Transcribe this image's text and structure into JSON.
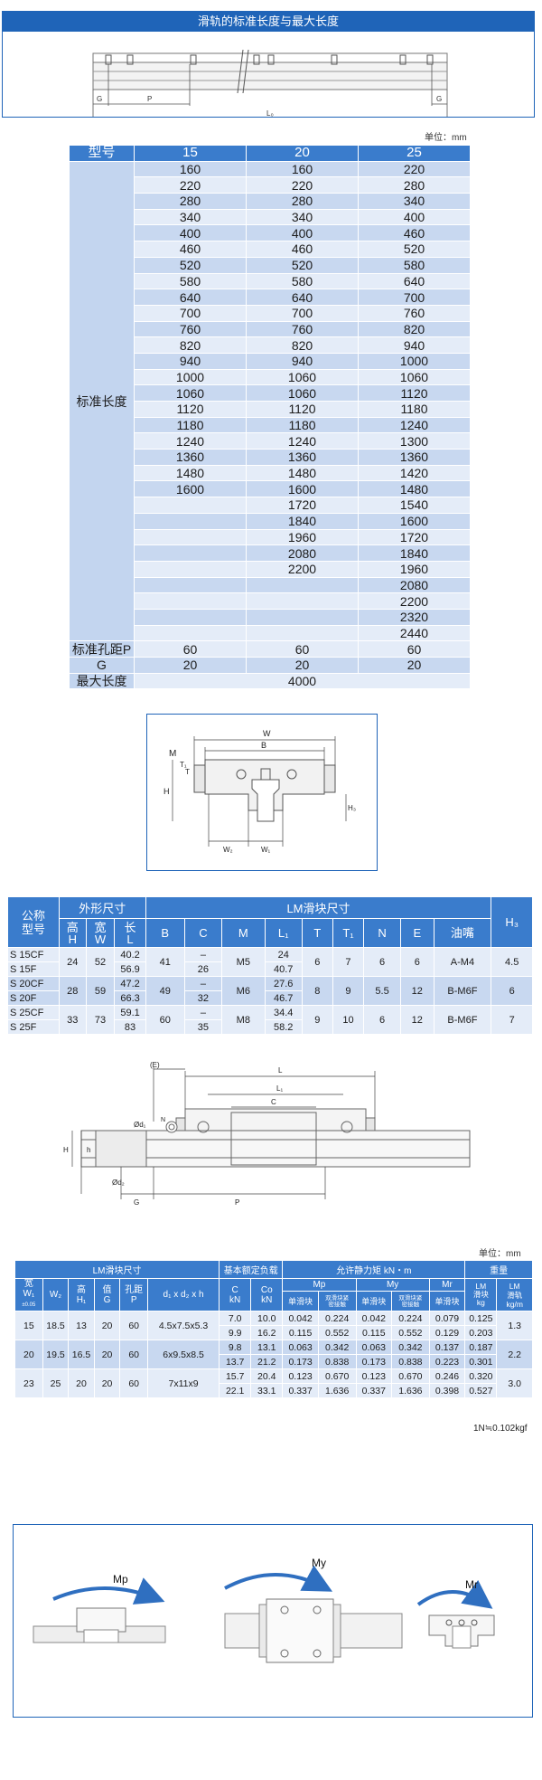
{
  "section1": {
    "title": "滑轨的标准长度与最大长度",
    "labels": {
      "G_left": "G",
      "P": "P",
      "G_right": "G",
      "L0": "L₀"
    }
  },
  "table1": {
    "unit": "单位：mm",
    "header": {
      "model": "型号",
      "sizes": [
        "15",
        "20",
        "25"
      ]
    },
    "std_length_label": "标准长度",
    "lengths": [
      [
        "160",
        "160",
        "220"
      ],
      [
        "220",
        "220",
        "280"
      ],
      [
        "280",
        "280",
        "340"
      ],
      [
        "340",
        "340",
        "400"
      ],
      [
        "400",
        "400",
        "460"
      ],
      [
        "460",
        "460",
        "520"
      ],
      [
        "520",
        "520",
        "580"
      ],
      [
        "580",
        "580",
        "640"
      ],
      [
        "640",
        "640",
        "700"
      ],
      [
        "700",
        "700",
        "760"
      ],
      [
        "760",
        "760",
        "820"
      ],
      [
        "820",
        "820",
        "940"
      ],
      [
        "940",
        "940",
        "1000"
      ],
      [
        "1000",
        "1060",
        "1060"
      ],
      [
        "1060",
        "1060",
        "1120"
      ],
      [
        "1120",
        "1120",
        "1180"
      ],
      [
        "1180",
        "1180",
        "1240"
      ],
      [
        "1240",
        "1240",
        "1300"
      ],
      [
        "1360",
        "1360",
        "1360"
      ],
      [
        "1480",
        "1480",
        "1420"
      ],
      [
        "1600",
        "1600",
        "1480"
      ],
      [
        "",
        "1720",
        "1540"
      ],
      [
        "",
        "1840",
        "1600"
      ],
      [
        "",
        "1960",
        "1720"
      ],
      [
        "",
        "2080",
        "1840"
      ],
      [
        "",
        "2200",
        "1960"
      ],
      [
        "",
        "",
        "2080"
      ],
      [
        "",
        "",
        "2200"
      ],
      [
        "",
        "",
        "2320"
      ],
      [
        "",
        "",
        "2440"
      ]
    ],
    "pitch_label": "标准孔距P",
    "pitch": [
      "60",
      "60",
      "60"
    ],
    "g_label": "G",
    "g": [
      "20",
      "20",
      "20"
    ],
    "max_label": "最大长度",
    "max": "4000"
  },
  "figure2": {
    "W": "W",
    "B": "B",
    "M": "M",
    "T": "T",
    "T1": "T₁",
    "H": "H",
    "H3": "H₃",
    "W2": "W₂",
    "W1": "W₁"
  },
  "table2": {
    "h_nominal": "公称\n型号",
    "h_outer": "外形尺寸",
    "h_block": "LM滑块尺寸",
    "h_H3": "H₃",
    "sub": [
      "高\nH",
      "宽\nW",
      "长\nL",
      "B",
      "C",
      "M",
      "L₁",
      "T",
      "T₁",
      "N",
      "E",
      "油嘴"
    ],
    "rows": [
      {
        "models": [
          "S 15CF",
          "S 15F"
        ],
        "H": "24",
        "W": "52",
        "L": [
          "40.2",
          "56.9"
        ],
        "B": "41",
        "C": [
          "–",
          "26"
        ],
        "M": "M5",
        "L1": [
          "24",
          "40.7"
        ],
        "T": "6",
        "T1": "7",
        "N": "6",
        "E": "6",
        "nipple": "A-M4",
        "H3": "4.5"
      },
      {
        "models": [
          "S 20CF",
          "S 20F"
        ],
        "H": "28",
        "W": "59",
        "L": [
          "47.2",
          "66.3"
        ],
        "B": "49",
        "C": [
          "–",
          "32"
        ],
        "M": "M6",
        "L1": [
          "27.6",
          "46.7"
        ],
        "T": "8",
        "T1": "9",
        "N": "5.5",
        "E": "12",
        "nipple": "B-M6F",
        "H3": "6"
      },
      {
        "models": [
          "S 25CF",
          "S 25F"
        ],
        "H": "33",
        "W": "73",
        "L": [
          "59.1",
          "83"
        ],
        "B": "60",
        "C": [
          "–",
          "35"
        ],
        "M": "M8",
        "L1": [
          "34.4",
          "58.2"
        ],
        "T": "9",
        "T1": "10",
        "N": "6",
        "E": "12",
        "nipple": "B-M6F",
        "H3": "7"
      }
    ]
  },
  "figure3": {
    "E": "(E)",
    "L": "L",
    "L1": "L₁",
    "C": "C",
    "d1": "Ød₁",
    "N": "N",
    "h": "h",
    "H": "H",
    "d2": "Ød₂",
    "G": "G",
    "P": "P"
  },
  "table3": {
    "unit": "单位：mm",
    "h_rail": "LM滑块尺寸",
    "h_load": "基本额定负载",
    "h_moment": "允许静力矩 kN・m",
    "h_weight": "重量",
    "sub": {
      "w1": "宽\nW₁",
      "w1_tol": "±0.05",
      "w2": "W₂",
      "h1": "高\nH₁",
      "g": "值\nG",
      "p": "孔距\nP",
      "dxh": "d₁ x d₂ x h",
      "c": "C\nkN",
      "co": "Co\nkN",
      "mp": "Mp",
      "my": "My",
      "mr": "Mr",
      "single": "单滑块",
      "double": "双滑块紧\n密接触",
      "lm_block": "LM\n滑块\nkg",
      "lm_rail": "LM\n滑轨\nkg/m"
    },
    "rows": [
      {
        "w1": "15",
        "w2": "18.5",
        "h1": "13",
        "g": "20",
        "p": "60",
        "dxh": "4.5x7.5x5.3",
        "c": [
          "7.0",
          "9.9"
        ],
        "co": [
          "10.0",
          "16.2"
        ],
        "mp1": [
          "0.042",
          "0.115"
        ],
        "mp2": [
          "0.224",
          "0.552"
        ],
        "my1": [
          "0.042",
          "0.115"
        ],
        "my2": [
          "0.224",
          "0.552"
        ],
        "mr": [
          "0.079",
          "0.129"
        ],
        "blk": [
          "0.125",
          "0.203"
        ],
        "rail": "1.3"
      },
      {
        "w1": "20",
        "w2": "19.5",
        "h1": "16.5",
        "g": "20",
        "p": "60",
        "dxh": "6x9.5x8.5",
        "c": [
          "9.8",
          "13.7"
        ],
        "co": [
          "13.1",
          "21.2"
        ],
        "mp1": [
          "0.063",
          "0.173"
        ],
        "mp2": [
          "0.342",
          "0.838"
        ],
        "my1": [
          "0.063",
          "0.173"
        ],
        "my2": [
          "0.342",
          "0.838"
        ],
        "mr": [
          "0.137",
          "0.223"
        ],
        "blk": [
          "0.187",
          "0.301"
        ],
        "rail": "2.2"
      },
      {
        "w1": "23",
        "w2": "25",
        "h1": "20",
        "g": "20",
        "p": "60",
        "dxh": "7x11x9",
        "c": [
          "15.7",
          "22.1"
        ],
        "co": [
          "20.4",
          "33.1"
        ],
        "mp1": [
          "0.123",
          "0.337"
        ],
        "mp2": [
          "0.670",
          "1.636"
        ],
        "my1": [
          "0.123",
          "0.337"
        ],
        "my2": [
          "0.670",
          "1.636"
        ],
        "mr": [
          "0.246",
          "0.398"
        ],
        "blk": [
          "0.320",
          "0.527"
        ],
        "rail": "3.0"
      }
    ],
    "note": "1N≒0.102kgf"
  },
  "section5": {
    "mp": "Mp",
    "my": "My",
    "mr": "Mr"
  },
  "colors": {
    "blue": "#1f64b8",
    "header": "#3a7ccc",
    "light": "#e4ecf8",
    "mid": "#c8d8f0"
  }
}
